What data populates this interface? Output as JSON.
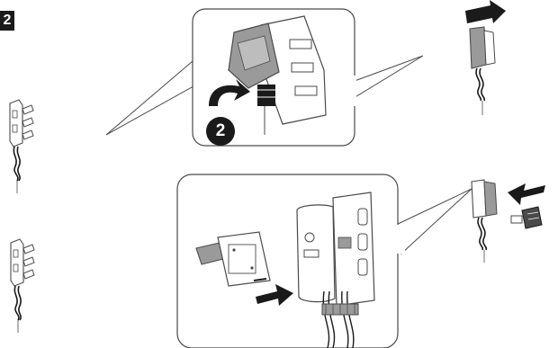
{
  "step": {
    "number": "2"
  },
  "callout": {
    "badge_number": "2"
  },
  "icons": {
    "push_arrow": "solid-black-right-arrow",
    "rotate_arrow": "curved-black-arrow",
    "harness_clip": "wiring-clip-with-cable"
  },
  "colors": {
    "ink": "#1a1a1a",
    "line": "#4a4a4a",
    "fill": "#ffffff",
    "shade": "#9a9a9a"
  }
}
